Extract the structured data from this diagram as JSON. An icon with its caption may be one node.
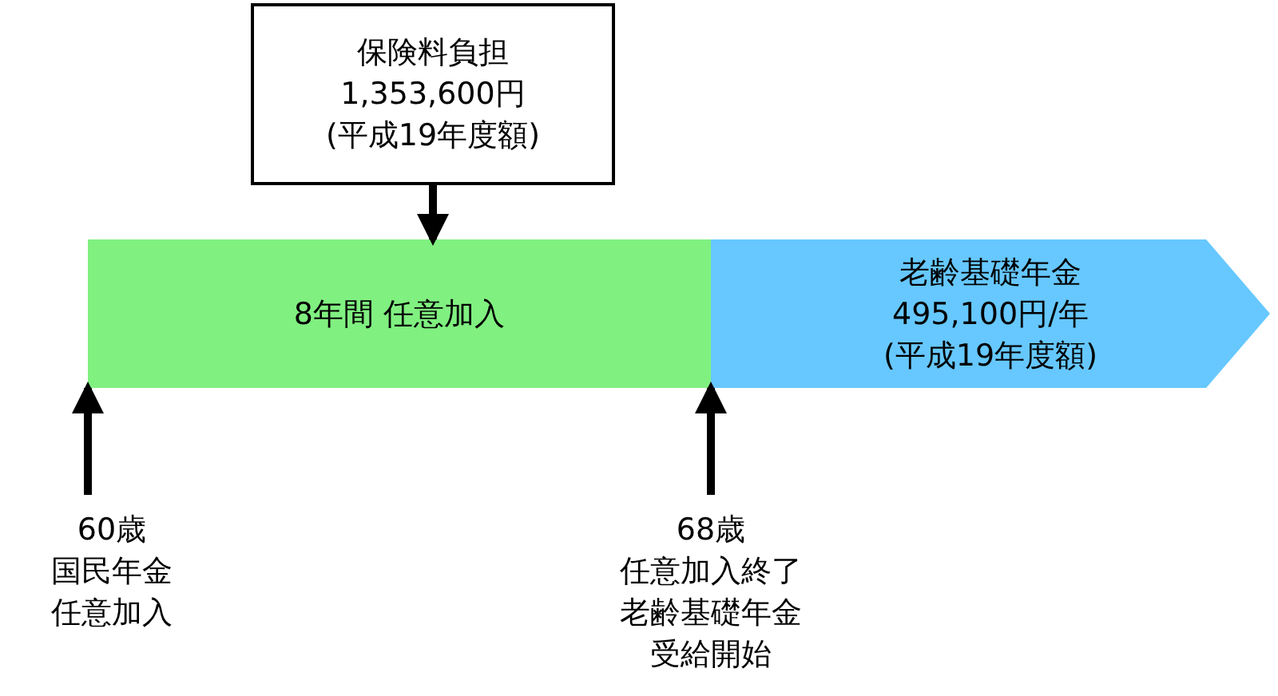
{
  "diagram": {
    "nodes": [
      {
        "text": [
          "保険料負担",
          "1,353,600円",
          "(平成19年度額)"
        ]
      },
      {
        "text": [
          "8年間 任意加入"
        ]
      },
      {
        "text": [
          "老齢基礎年金",
          "495,100円/年",
          "(平成19年度額)"
        ]
      },
      {
        "text": [
          "60歳",
          "国民年金",
          "任意加入"
        ]
      },
      {
        "text": [
          "68歳",
          "任意加入終了",
          "老齢基礎年金",
          "受給開始"
        ]
      }
    ],
    "edges": [
      {
        "from": 0,
        "to": 1,
        "arrow": "to"
      },
      {
        "from": 3,
        "to": 1,
        "arrow": "to"
      },
      {
        "from": 4,
        "to": 1,
        "arrow": "to"
      }
    ]
  }
}
